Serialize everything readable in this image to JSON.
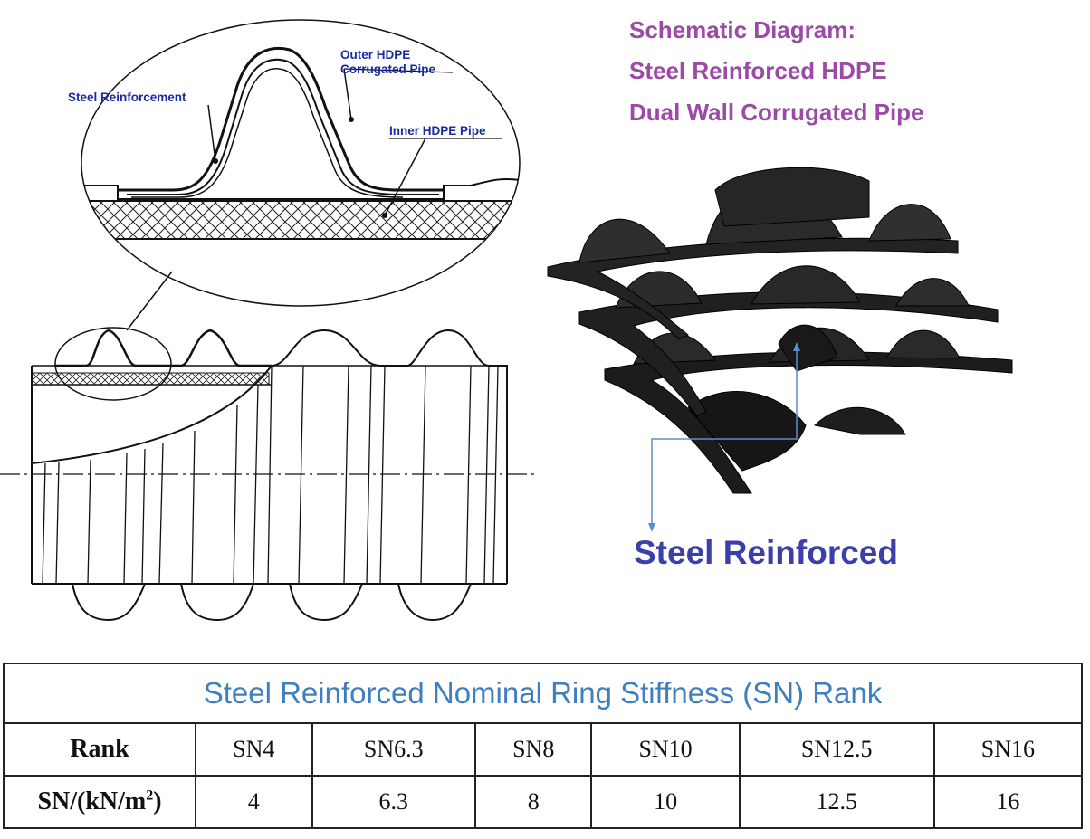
{
  "diagram": {
    "title_lines": [
      "Schematic Diagram:",
      "Steel Reinforced HDPE",
      "Dual Wall Corrugated Pipe"
    ],
    "detail_labels": {
      "outer_pipe": [
        "Outer HDPE",
        "Corrugated Pipe"
      ],
      "steel": "Steel Reinforcement",
      "inner_pipe": "Inner HDPE Pipe"
    },
    "callout": "Steel Reinforced",
    "colors": {
      "title": "#9b4aa6",
      "callout": "#3b3fa8",
      "labels": "#1a2aa0",
      "arrow": "#5b8fd0"
    }
  },
  "table": {
    "caption": "Steel Reinforced Nominal Ring Stiffness (SN) Rank",
    "row1_header": "Rank",
    "row2_header_main": "SN/(kN/m",
    "row2_header_sup": "2",
    "row2_header_end": ")",
    "ranks": [
      "SN4",
      "SN6.3",
      "SN8",
      "SN10",
      "SN12.5",
      "SN16"
    ],
    "values": [
      "4",
      "6.3",
      "8",
      "10",
      "12.5",
      "16"
    ]
  }
}
